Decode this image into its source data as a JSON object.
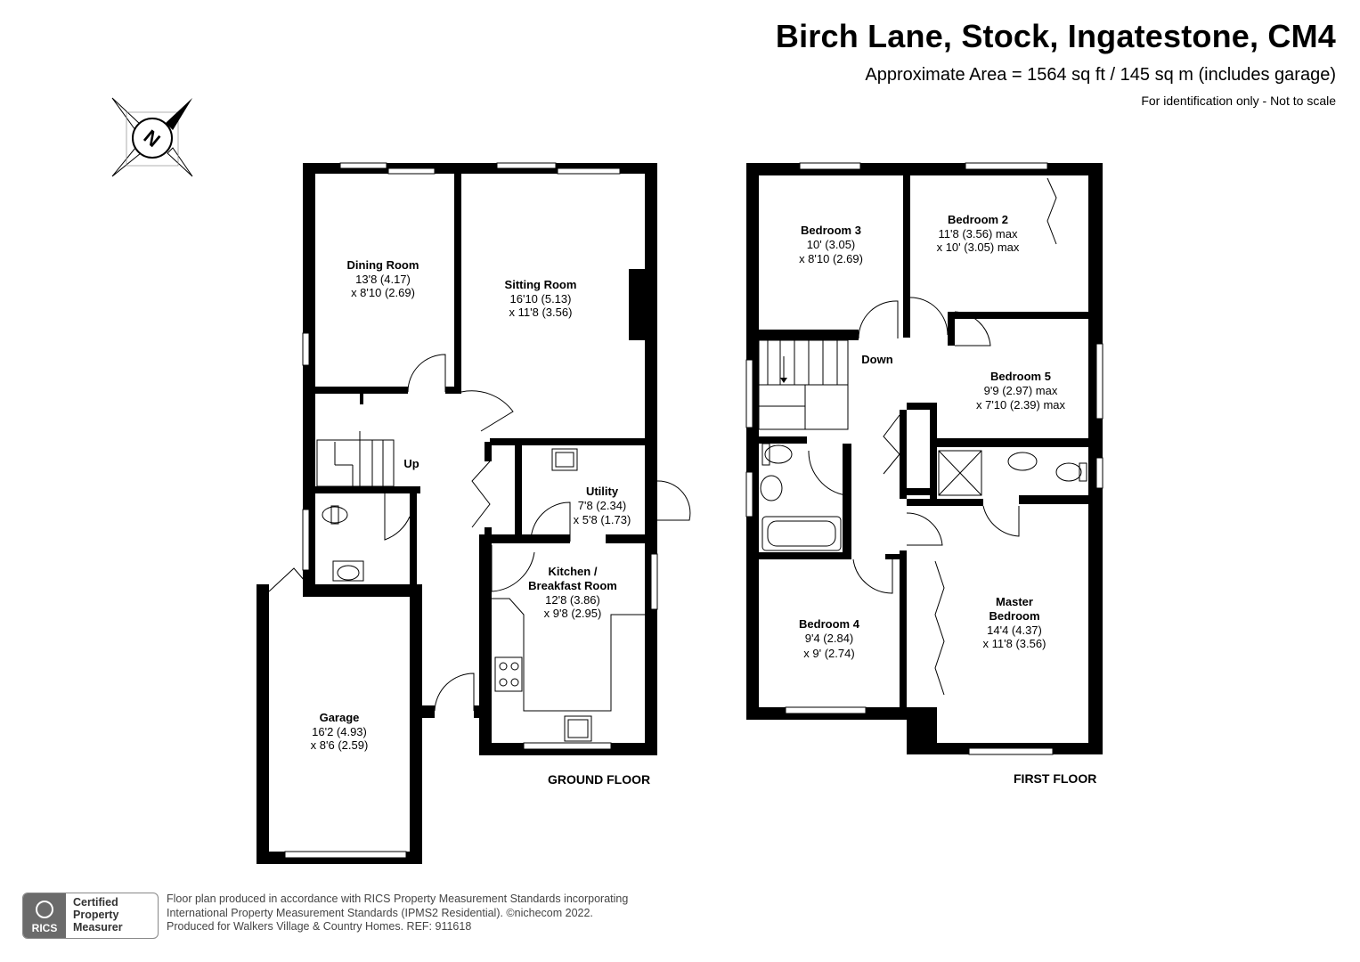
{
  "header": {
    "title": "Birch Lane, Stock, Ingatestone, CM4",
    "area": "Approximate Area = 1564 sq ft / 145 sq m (includes garage)",
    "note": "For identification only - Not to scale"
  },
  "compass": {
    "label": "N"
  },
  "ground_floor": {
    "label": "GROUND FLOOR",
    "stairs_label": "Up",
    "rooms": [
      {
        "name": "Dining Room",
        "dim1": "13'8 (4.17)",
        "dim2": "x 8'10 (2.69)"
      },
      {
        "name": "Sitting Room",
        "dim1": "16'10 (5.13)",
        "dim2": "x 11'8 (3.56)"
      },
      {
        "name": "Utility",
        "dim1": "7'8 (2.34)",
        "dim2": "x 5'8 (1.73)"
      },
      {
        "name": "Kitchen /",
        "name2": "Breakfast Room",
        "dim1": "12'8 (3.86)",
        "dim2": "x 9'8 (2.95)"
      },
      {
        "name": "Garage",
        "dim1": "16'2 (4.93)",
        "dim2": "x 8'6 (2.59)"
      }
    ]
  },
  "first_floor": {
    "label": "FIRST FLOOR",
    "stairs_label": "Down",
    "rooms": [
      {
        "name": "Bedroom 3",
        "dim1": "10' (3.05)",
        "dim2": "x 8'10 (2.69)"
      },
      {
        "name": "Bedroom 2",
        "dim1": "11'8 (3.56) max",
        "dim2": "x 10' (3.05) max"
      },
      {
        "name": "Bedroom 5",
        "dim1": "9'9 (2.97) max",
        "dim2": "x 7'10 (2.39) max"
      },
      {
        "name": "Bedroom 4",
        "dim1": "9'4 (2.84)",
        "dim2": "x 9' (2.74)"
      },
      {
        "name": "Master",
        "name2": "Bedroom",
        "dim1": "14'4 (4.37)",
        "dim2": "x 11'8 (3.56)"
      }
    ]
  },
  "footer": {
    "badge": {
      "logo": "RICS",
      "line1": "Certified",
      "line2": "Property",
      "line3": "Measurer"
    },
    "line1": "Floor plan produced in accordance with RICS Property Measurement Standards incorporating",
    "line2": "International Property Measurement Standards (IPMS2 Residential).  ©nichecom 2022.",
    "line3": "Produced for Walkers Village & Country Homes.   REF:  911618"
  }
}
